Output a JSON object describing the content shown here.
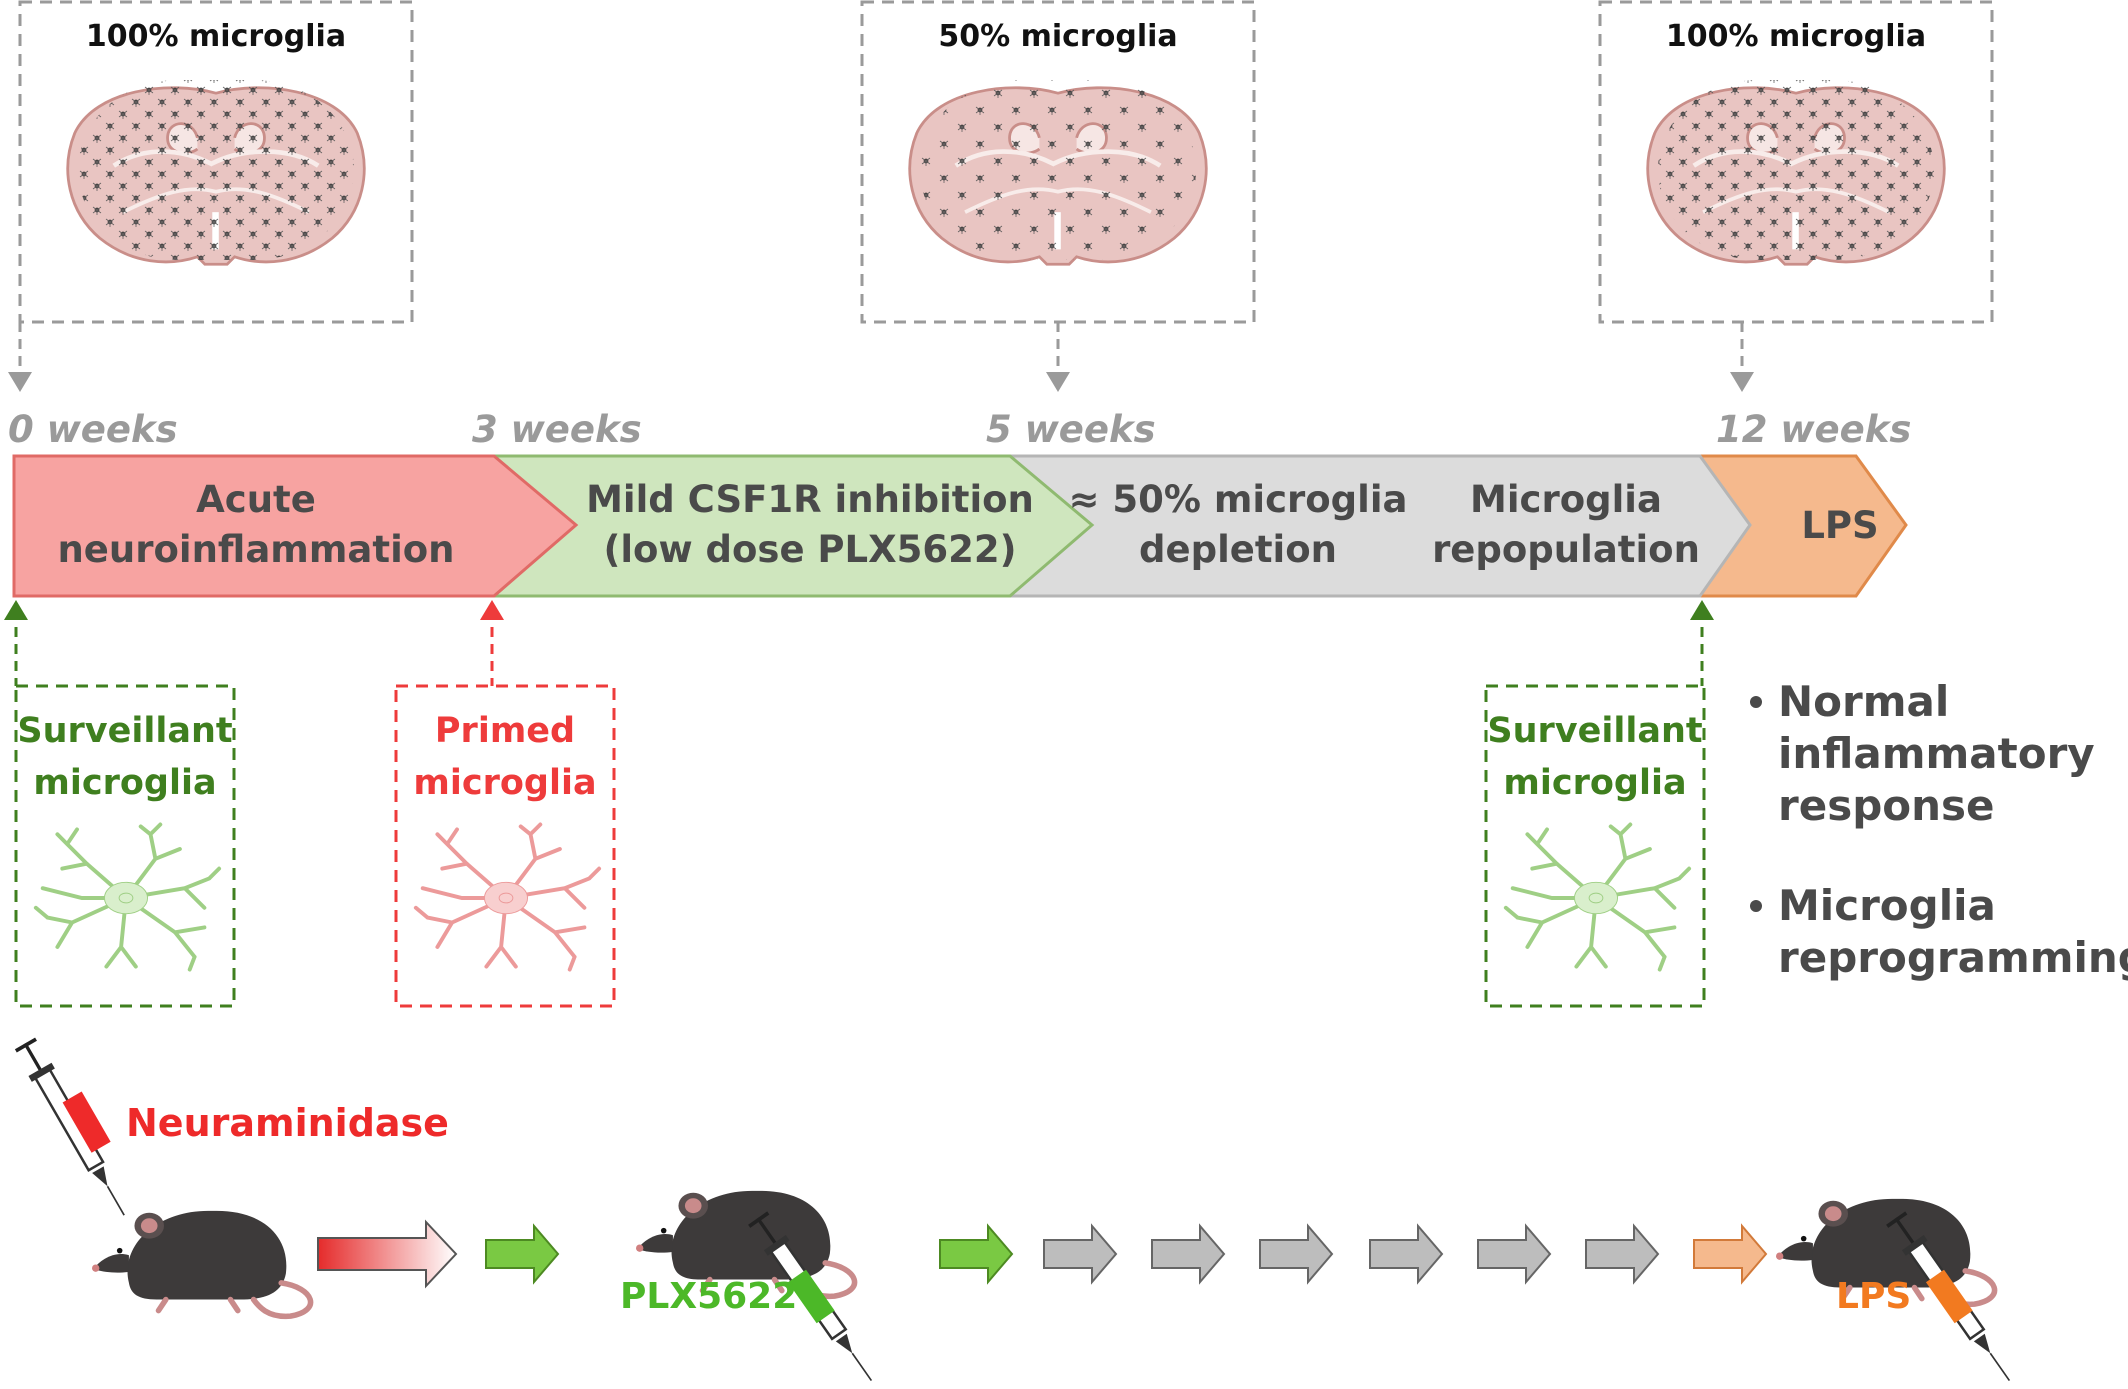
{
  "brain_panels": [
    {
      "label": "100% microglia"
    },
    {
      "label": "50% microglia"
    },
    {
      "label": "100% microglia"
    }
  ],
  "timeline": {
    "weeks": [
      "0 weeks",
      "3 weeks",
      "5 weeks",
      "12 weeks"
    ],
    "stages": [
      {
        "lines": [
          "Acute",
          "neuroinflammation"
        ],
        "color": "#f7a3a1"
      },
      {
        "lines": [
          "Mild CSF1R inhibition",
          "(low dose PLX5622)"
        ],
        "color": "#cfe6be"
      },
      {
        "lines": [
          "≈ 50% microglia",
          "depletion"
        ],
        "color": "#dcdcdc"
      },
      {
        "lines": [
          "Microglia",
          "repopulation"
        ],
        "color": "#dcdcdc"
      },
      {
        "lines": [
          "LPS"
        ],
        "color": "#f5b98d"
      }
    ]
  },
  "cell_panels": [
    {
      "lines": [
        "Surveillant",
        "microglia"
      ],
      "color": "#3f7f1f"
    },
    {
      "lines": [
        "Primed",
        "microglia"
      ],
      "color": "#ee3b3b"
    },
    {
      "lines": [
        "Surveillant",
        "microglia"
      ],
      "color": "#3f7f1f"
    }
  ],
  "outcomes": [
    "Normal inflammatory response",
    "Microglia reprogramming"
  ],
  "outcome_lines": [
    [
      "Normal",
      "inflammatory",
      "response"
    ],
    [
      "Microglia",
      "reprogramming"
    ]
  ],
  "injections": [
    {
      "label": "Neuraminidase",
      "color": "#ee2a2a"
    },
    {
      "label": "PLX5622",
      "color": "#4cb828"
    },
    {
      "label": "LPS",
      "color": "#f27a20"
    }
  ],
  "colors": {
    "surveillant": "#3f7f1f",
    "primed": "#ee3b3b",
    "dashed_gray": "#9a9a9a",
    "mouse": "#3d3a3a"
  }
}
